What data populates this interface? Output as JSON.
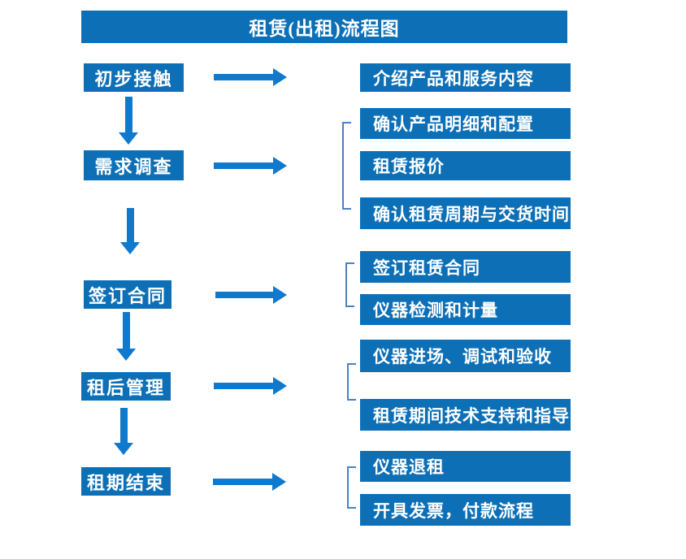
{
  "title": "租赁(出租)流程图",
  "colors": {
    "box": "#0d70b7",
    "arrow": "#0f79cd",
    "bracket": "#4a82c0",
    "text": "#ffffff",
    "background": "#ffffff"
  },
  "steps": [
    {
      "label": "初步接触",
      "outputs": [
        "介绍产品和服务内容"
      ]
    },
    {
      "label": "需求调查",
      "outputs": [
        "确认产品明细和配置",
        "租赁报价",
        "确认租赁周期与交货时间"
      ]
    },
    {
      "label": "签订合同",
      "outputs": [
        "签订租赁合同",
        "仪器检测和计量"
      ]
    },
    {
      "label": "租后管理",
      "outputs": [
        "仪器进场、调试和验收",
        "租赁期间技术支持和指导"
      ]
    },
    {
      "label": "租期结束",
      "outputs": [
        "仪器退租",
        "开具发票，付款流程"
      ]
    }
  ]
}
